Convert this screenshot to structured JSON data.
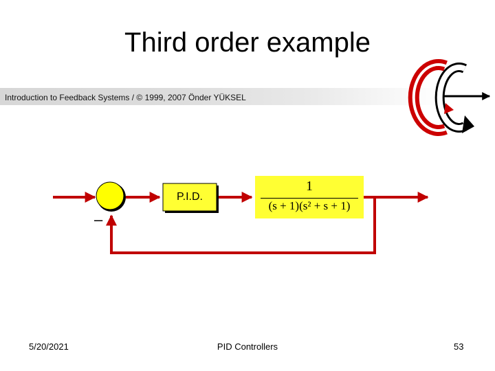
{
  "slide": {
    "title": "Third order example"
  },
  "header": {
    "text": "Introduction to Feedback Systems / © 1999, 2007 Önder YÜKSEL"
  },
  "diagram": {
    "controller_label": "P.I.D.",
    "feedback_sign": "–",
    "plant": {
      "numerator": "1",
      "denominator": "(s + 1)(s² + s + 1)"
    }
  },
  "footer": {
    "date": "5/20/2021",
    "center": "PID Controllers",
    "page": "53"
  },
  "colors": {
    "signal_line": "#c00000",
    "summing_junction": "#ffff00",
    "plant_box": "#ffff33",
    "controller_box": "#ffff33"
  },
  "icons": {
    "logo": "cc-logo-icon"
  }
}
